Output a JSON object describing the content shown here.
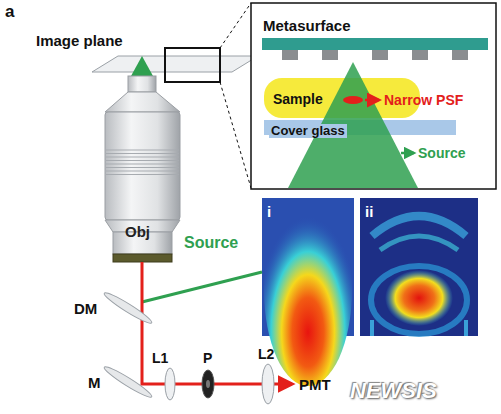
{
  "diagram": {
    "nodes": [
      {
        "text": [
          "Metasurface"
        ]
      },
      {
        "text": [
          "Sample"
        ]
      },
      {
        "text": [
          "Cover glass"
        ]
      },
      {
        "text": [
          "Obj"
        ]
      },
      {
        "text": [
          "i"
        ]
      },
      {
        "text": [
          "ii"
        ]
      }
    ],
    "labels": [
      "a",
      "Image plane",
      "Narrow PSF",
      "Source",
      "Source",
      "DM",
      "M",
      "L1",
      "P",
      "L2",
      "PMT",
      "NEWSIS"
    ]
  }
}
